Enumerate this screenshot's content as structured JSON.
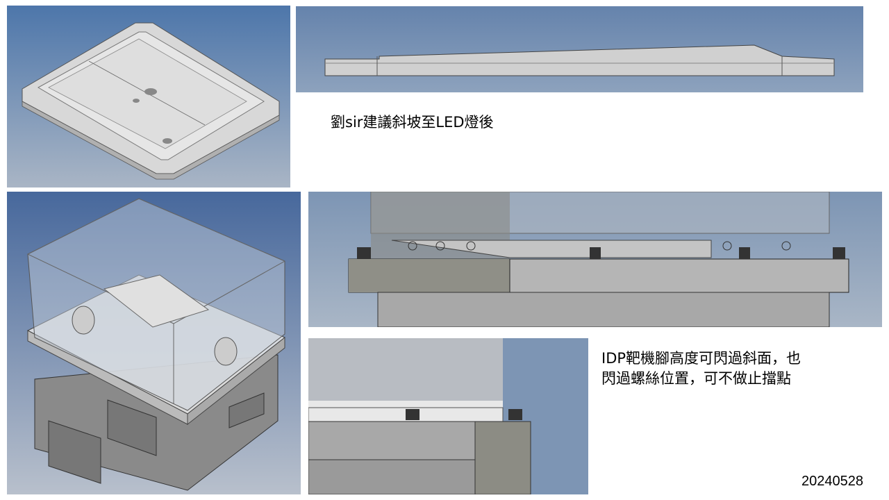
{
  "slide": {
    "note_ramp": "劉sir建議斜坡至LED燈後",
    "note_idp": "IDP靶機腳高度可閃過斜面，也閃過螺絲位置，可不做止擋點",
    "date": "20240528"
  },
  "colors": {
    "cad_blue": "#4d76aa",
    "part_gray": "#c8c8c8"
  }
}
